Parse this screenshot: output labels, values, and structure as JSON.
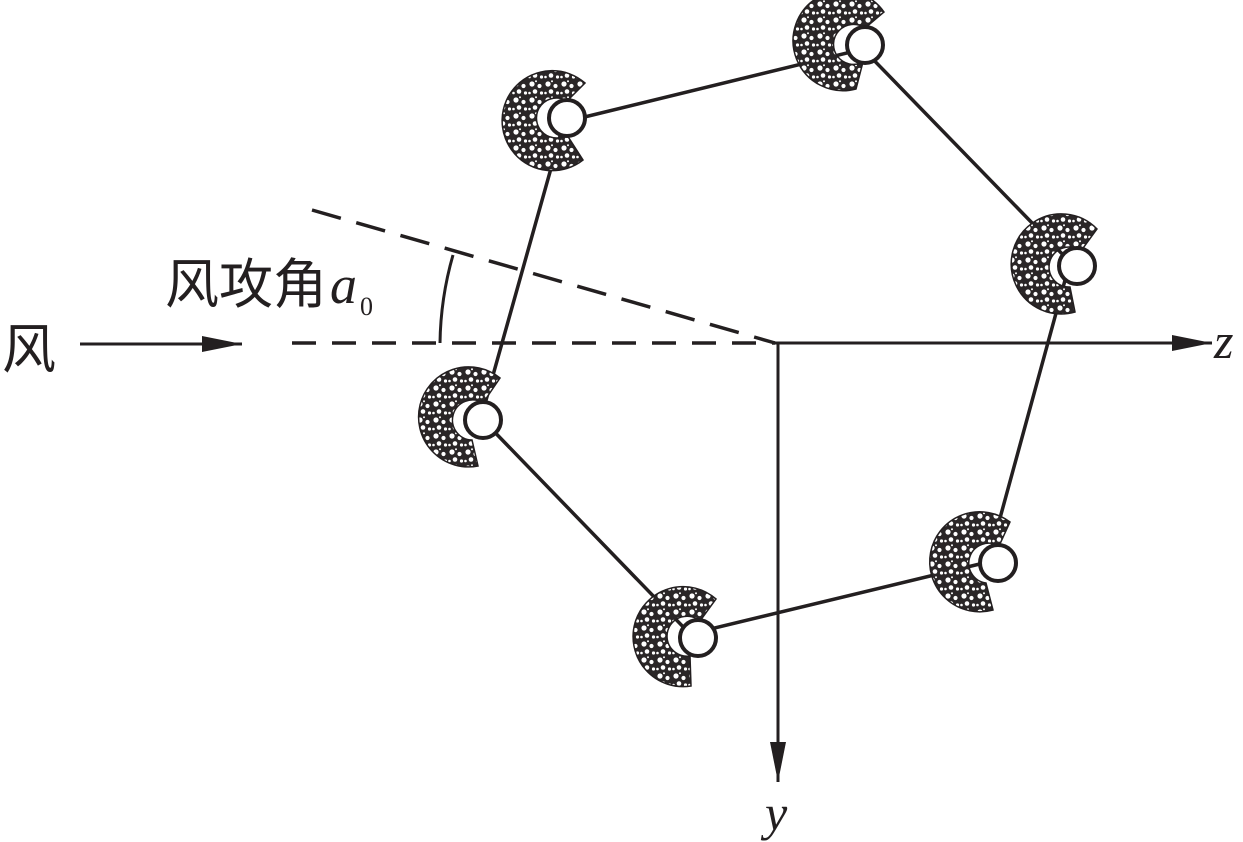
{
  "labels": {
    "wind": "风",
    "attack_angle": "风攻角",
    "alpha_symbol": "a",
    "alpha_subscript": "0",
    "z_axis": "z",
    "y_axis": "y"
  },
  "colors": {
    "ink": "#231f20",
    "background": "#ffffff"
  },
  "icons": {
    "ice_accretion": "speckled-crescent-icon",
    "conductor": "circle-outline-icon"
  }
}
